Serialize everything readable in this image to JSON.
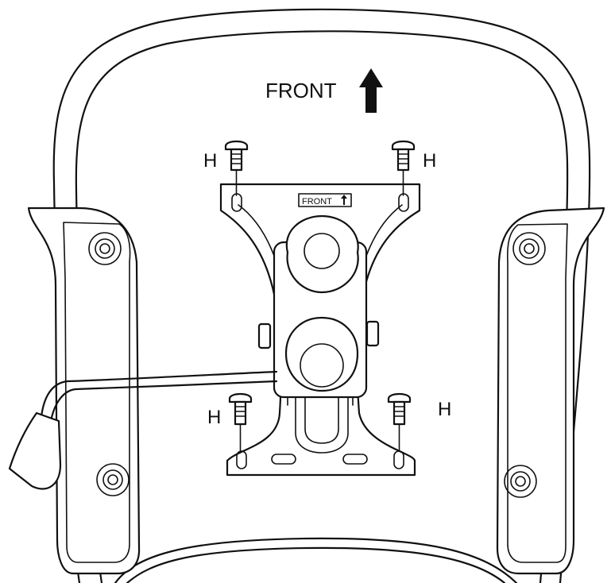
{
  "labels": {
    "front_main": "FRONT",
    "front_plate": "FRONT",
    "screw_top_left": "H",
    "screw_top_right": "H",
    "screw_bottom_left": "H",
    "screw_bottom_right": "H"
  },
  "colors": {
    "line": "#111111",
    "background": "#ffffff"
  }
}
